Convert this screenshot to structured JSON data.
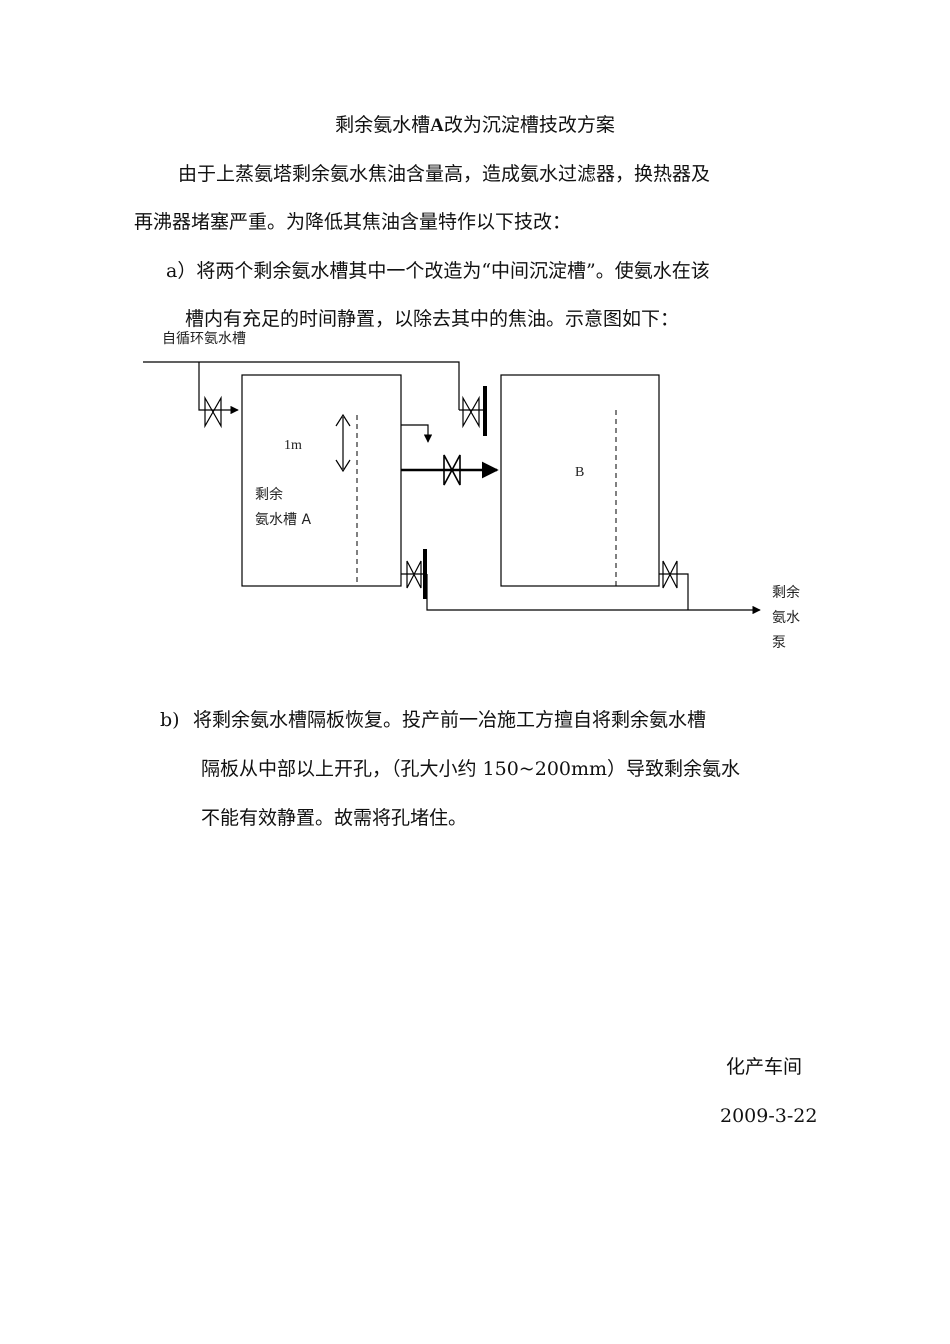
{
  "document": {
    "title_prefix": "剩余氨水槽",
    "title_bold": "A",
    "title_suffix": "改为沉淀槽技改方案",
    "para1_line1": "由于上蒸氨塔剩余氨水焦油含量高，造成氨水过滤器，换热器及",
    "para1_line2": "再沸器堵塞严重。为降低其焦油含量特作以下技改：",
    "item_a_line1": "a）将两个剩余氨水槽其中一个改造为“中间沉淀槽”。使氨水在该",
    "item_a_line2": "槽内有充足的时间静置，以除去其中的焦油。示意图如下：",
    "item_b_marker": "b)",
    "item_b_line1": "将剩余氨水槽隔板恢复。投产前一冶施工方擅自将剩余氨水槽",
    "item_b_line2": "隔板从中部以上开孔，（孔大小约 150~200mm）导致剩余氨水",
    "item_b_line3": "不能有效静置。故需将孔堵住。",
    "signature_dept": "化产车间",
    "signature_date": "2009-3-22"
  },
  "diagram": {
    "inlet_label": "自循环氨水槽",
    "height_label": "1m",
    "tank_a_label_1": "剩余",
    "tank_a_label_2": "氨水槽 A",
    "tank_b_label": "B",
    "pump_label_1": "剩余",
    "pump_label_2": "氨水",
    "pump_label_3": "泵"
  }
}
